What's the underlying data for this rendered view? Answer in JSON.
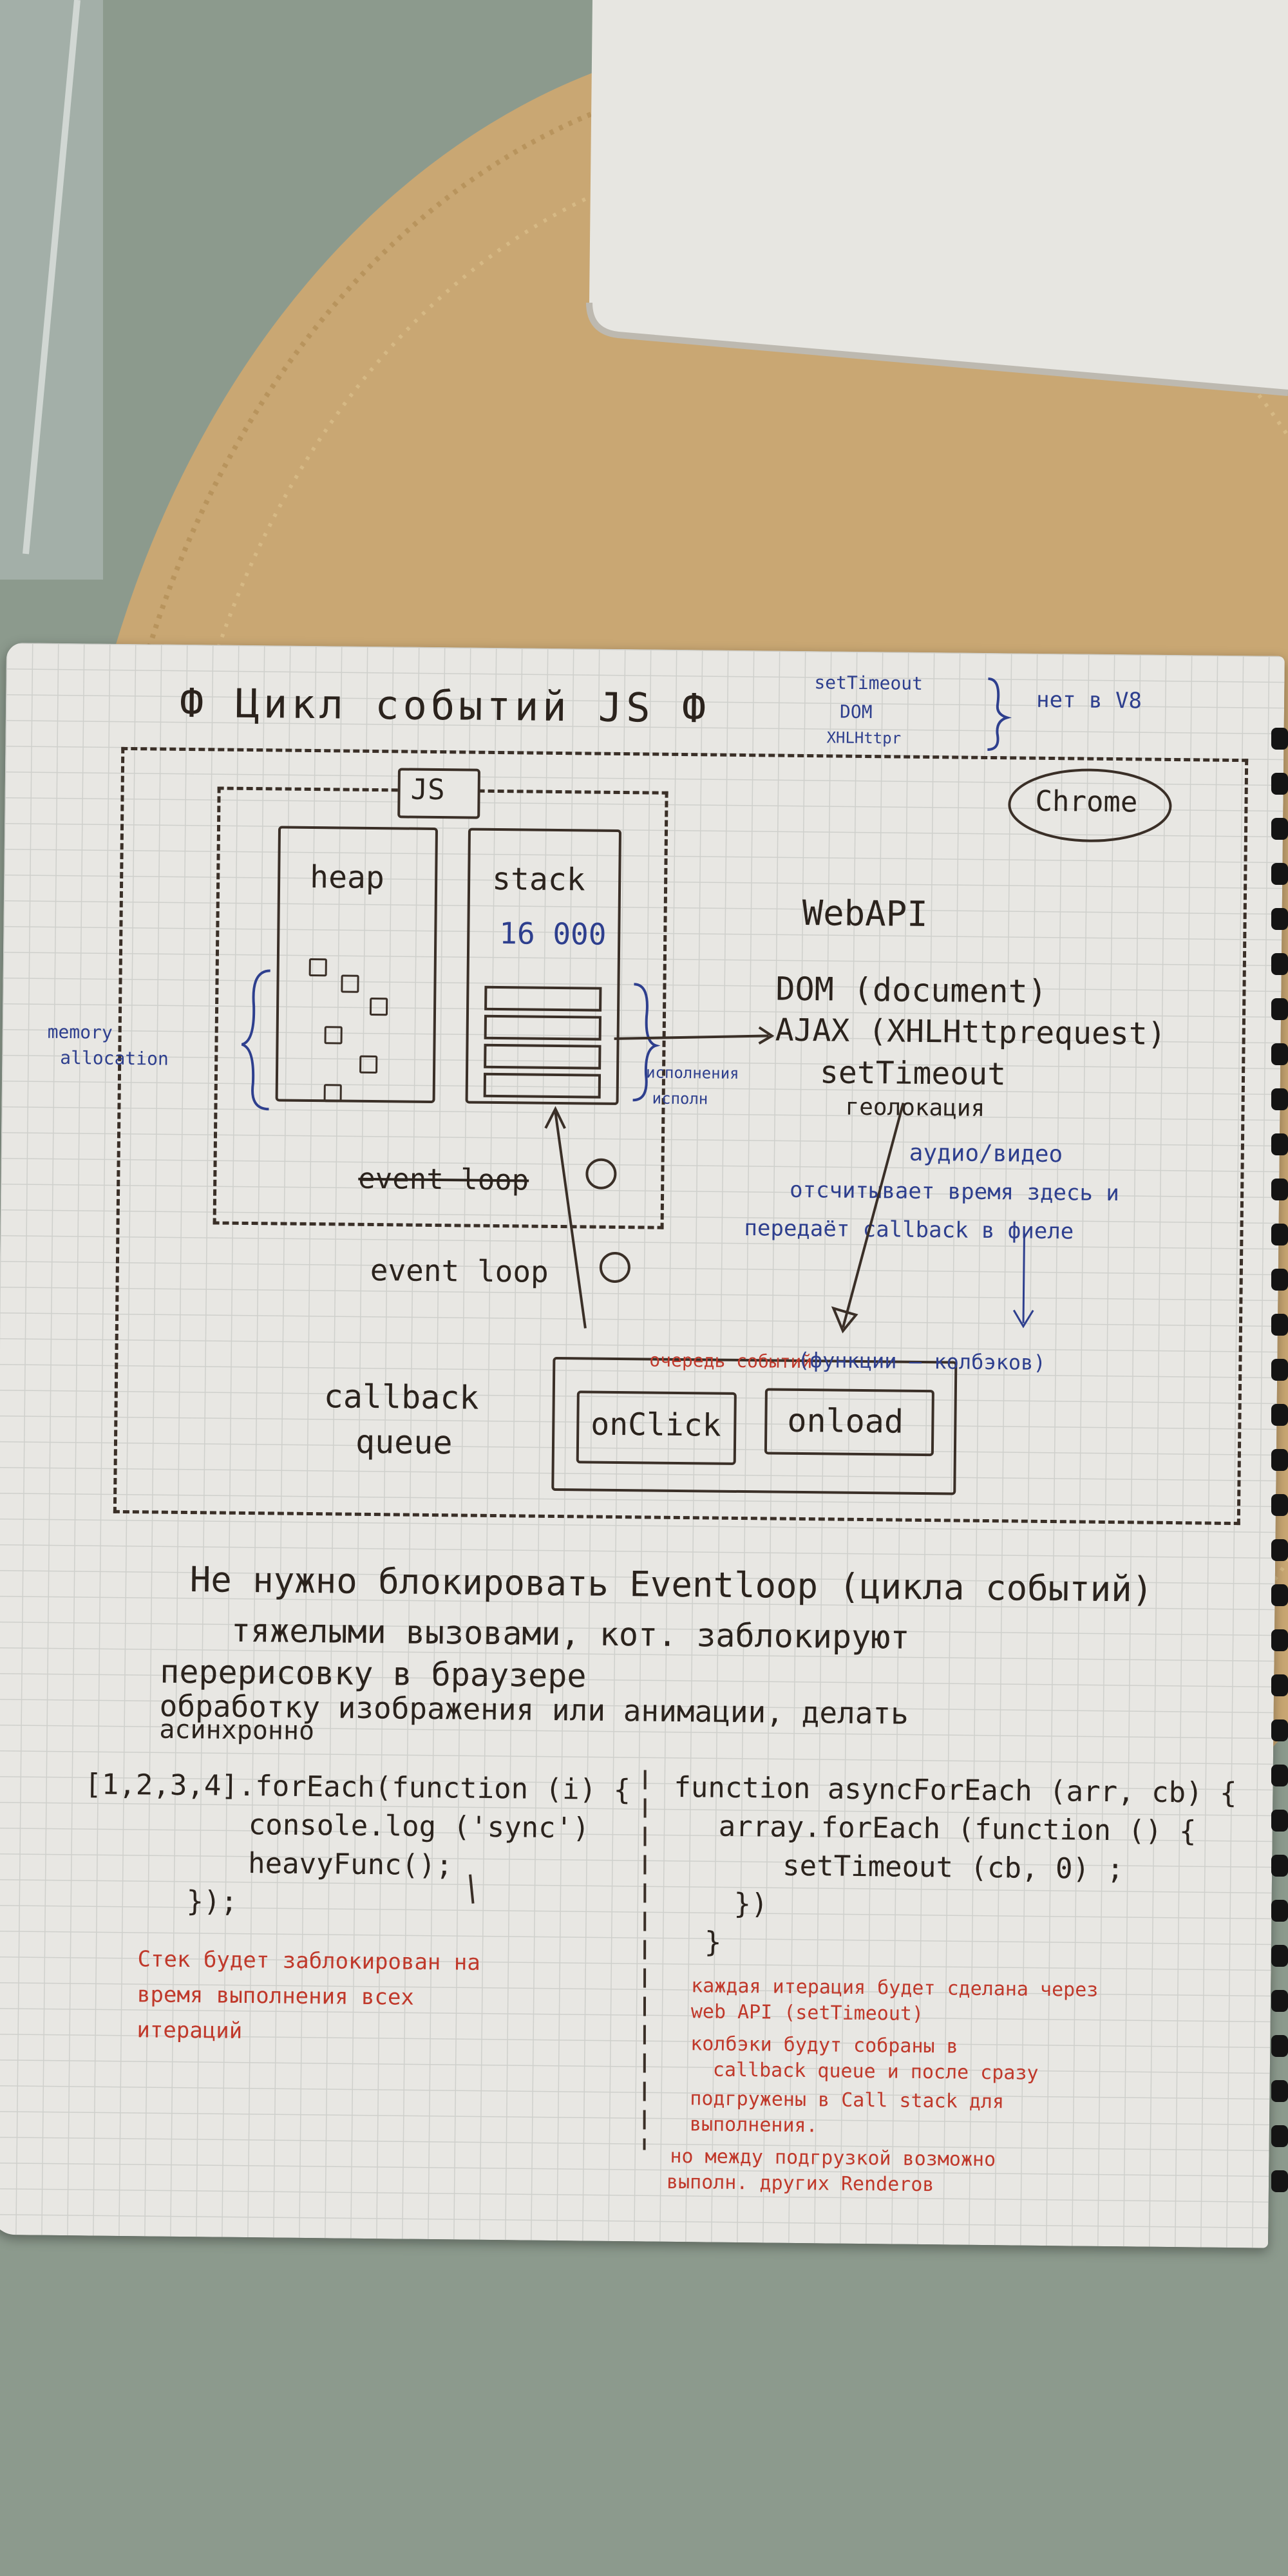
{
  "title": "Ф Цикл событий JS Ф",
  "top_note": {
    "lines": [
      "setTimeout",
      "DOM",
      "XHLHttpr"
    ],
    "bracket_label": "нет в V8",
    "chrome_label": "Chrome"
  },
  "js_box": {
    "label": "JS",
    "heap_label": "heap",
    "stack_label": "stack",
    "stack_count": "16 000",
    "memory_label": [
      "memory",
      "allocation"
    ],
    "stack_note": [
      "исполнения",
      "исполн"
    ],
    "crossed_label": "event loop",
    "event_loop_label": "event loop"
  },
  "web_api": {
    "title": "WebAPI",
    "items": [
      "DOM (document)",
      "AJAX (XHLHttprequest)",
      "setTimeout",
      "геолокация"
    ],
    "audio_note": "аудио/видео",
    "callback_note": [
      "отсчитывает время здесь и",
      "передаёт callback в фиеле"
    ]
  },
  "callback_queue": {
    "label": [
      "callback",
      "queue"
    ],
    "header_red": "очередь событий",
    "header_blue": "(функции — колбэков)",
    "items": [
      "onClick",
      "onload"
    ]
  },
  "notes": [
    "Не нужно блокировать Eventloop (цикла событий)",
    "тяжелыми вызовами, кот. заблокируют",
    "перерисовку в браузере",
    "обработку изображения или анимации, делать",
    "асинхронно"
  ],
  "left_code": [
    "[1,2,3,4].forEach(function (i) {",
    "console.log ('sync')",
    "heavyFunc();",
    "});"
  ],
  "left_red_note": [
    "Стек будет заблокирован на",
    "время выполнения всех",
    "итераций"
  ],
  "right_code": [
    "function asyncForEach (arr, cb) {",
    "array.forEach (function () {",
    "setTimeout (cb, 0) ;",
    "})",
    "}"
  ],
  "right_red_note": [
    "каждая итерация будет сделана через",
    "web API (setTimeout)",
    "колбэки будут собраны в",
    "callback queue и после сразу",
    "подгружены в Call stack для",
    "выполнения.",
    "но между подгрузкой возможно",
    "выполн. других Renderов"
  ]
}
